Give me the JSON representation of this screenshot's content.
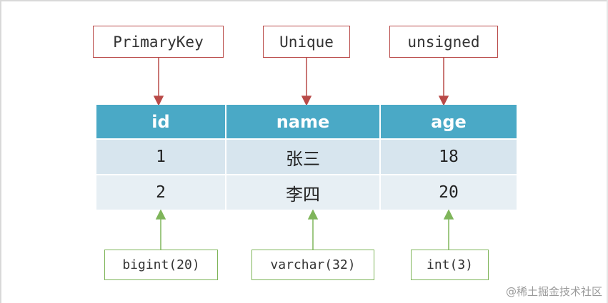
{
  "constraints_top": [
    "PrimaryKey",
    "Unique",
    "unsigned"
  ],
  "table": {
    "columns": [
      "id",
      "name",
      "age"
    ],
    "rows": [
      [
        "1",
        "张三",
        "18"
      ],
      [
        "2",
        "李四",
        "20"
      ]
    ]
  },
  "types_bottom": [
    "bigint(20)",
    "varchar(32)",
    "int(3)"
  ],
  "watermark": "@稀土掘金技术社区",
  "colors": {
    "header": "#4aa9c6",
    "row1": "#d7e5ee",
    "row2": "#e7eff4",
    "top_border_arrow": "#b94a48",
    "bottom_border_arrow": "#7fb55a"
  }
}
